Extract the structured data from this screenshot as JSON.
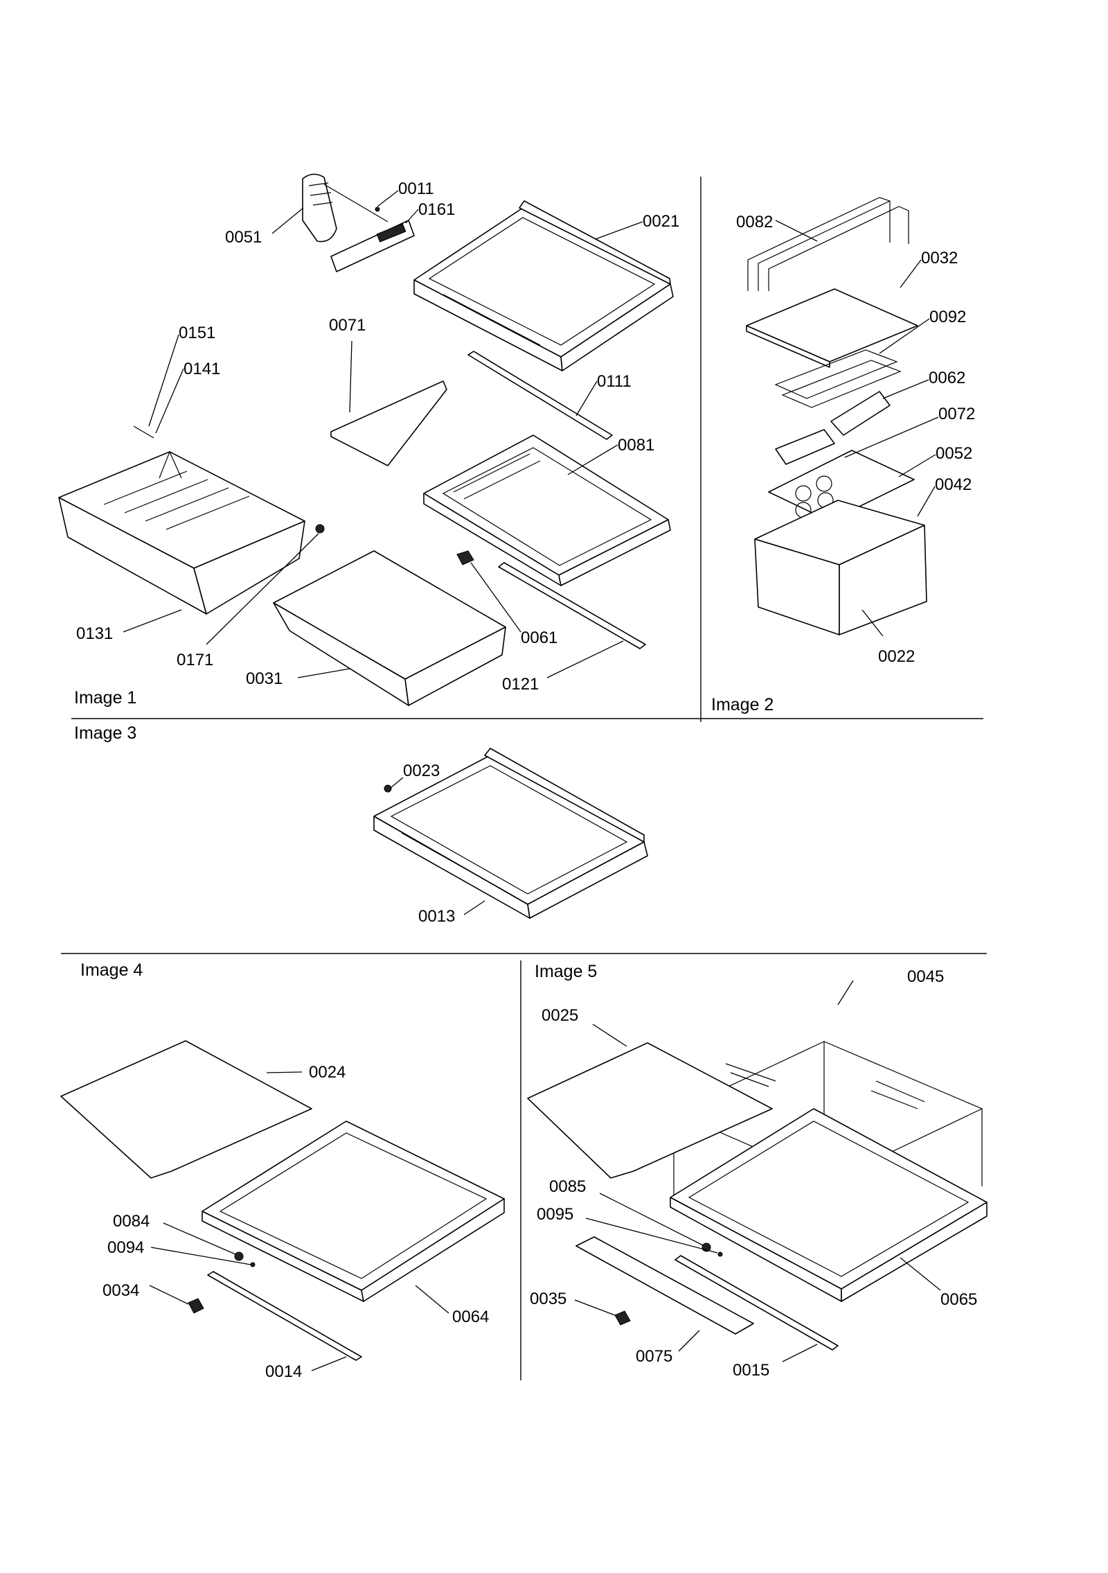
{
  "captions": {
    "image1": "Image 1",
    "image2": "Image 2",
    "image3": "Image 3",
    "image4": "Image 4",
    "image5": "Image 5"
  },
  "parts": {
    "p0011": "0011",
    "p0161": "0161",
    "p0051": "0051",
    "p0021": "0021",
    "p0151": "0151",
    "p0141": "0141",
    "p0071": "0071",
    "p0111": "0111",
    "p0081": "0081",
    "p0131": "0131",
    "p0171": "0171",
    "p0031": "0031",
    "p0061": "0061",
    "p0121": "0121",
    "p0082": "0082",
    "p0032": "0032",
    "p0092": "0092",
    "p0062": "0062",
    "p0072": "0072",
    "p0052": "0052",
    "p0042": "0042",
    "p0022": "0022",
    "p0023": "0023",
    "p0013": "0013",
    "p0024": "0024",
    "p0084": "0084",
    "p0094": "0094",
    "p0034": "0034",
    "p0064": "0064",
    "p0014": "0014",
    "p0045": "0045",
    "p0025": "0025",
    "p0085": "0085",
    "p0095": "0095",
    "p0035": "0035",
    "p0075": "0075",
    "p0015": "0015",
    "p0065": "0065"
  }
}
